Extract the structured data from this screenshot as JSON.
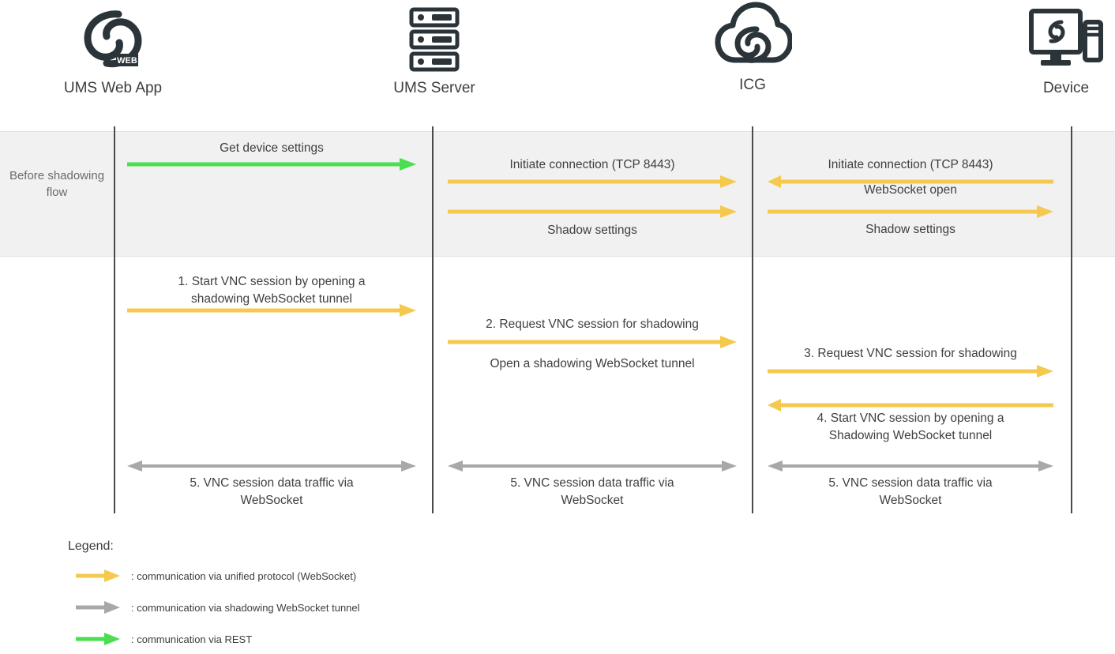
{
  "colors": {
    "yellow": "#f5c94e",
    "green": "#4ade50",
    "gray": "#a8a8a8",
    "lifeline": "#4a4a4a",
    "band_bg": "#f1f1f1",
    "icon": "#2a3439",
    "text": "#404040"
  },
  "actors": [
    {
      "label": "UMS Web App",
      "icon": "ums-web-app-icon"
    },
    {
      "label": "UMS Server",
      "icon": "server-rack-icon"
    },
    {
      "label": "ICG",
      "icon": "cloud-gateway-icon"
    },
    {
      "label": "Device",
      "icon": "desktop-device-icon"
    }
  ],
  "band": {
    "label": "Before\nshadowing\nflow"
  },
  "messages": {
    "b1": "Get device settings",
    "b2": "Initiate connection (TCP 8443)",
    "b3": "Shadow settings",
    "b4": "Initiate connection (TCP 8443)",
    "b5": "WebSocket open",
    "b6": "Shadow settings",
    "m1": "1.   Start VNC session by opening a\nshadowing WebSocket tunnel",
    "m2": "2.   Request VNC session for shadowing",
    "m2b": "Open a shadowing WebSocket tunnel",
    "m3": "3.   Request VNC session for shadowing",
    "m4": "4.   Start VNC session by opening a\nShadowing WebSocket tunnel",
    "m5a": "5.   VNC session data traffic via\nWebSocket",
    "m5b": "5.   VNC session data traffic via\nWebSocket",
    "m5c": "5.   VNC session data traffic via\nWebSocket"
  },
  "legend": {
    "title": "Legend:",
    "items": [
      {
        "color_key": "yellow",
        "text": ": communication via unified protocol (WebSocket)"
      },
      {
        "color_key": "gray",
        "text": ": communication via shadowing WebSocket tunnel"
      },
      {
        "color_key": "green",
        "text": ": communication via REST"
      }
    ]
  }
}
